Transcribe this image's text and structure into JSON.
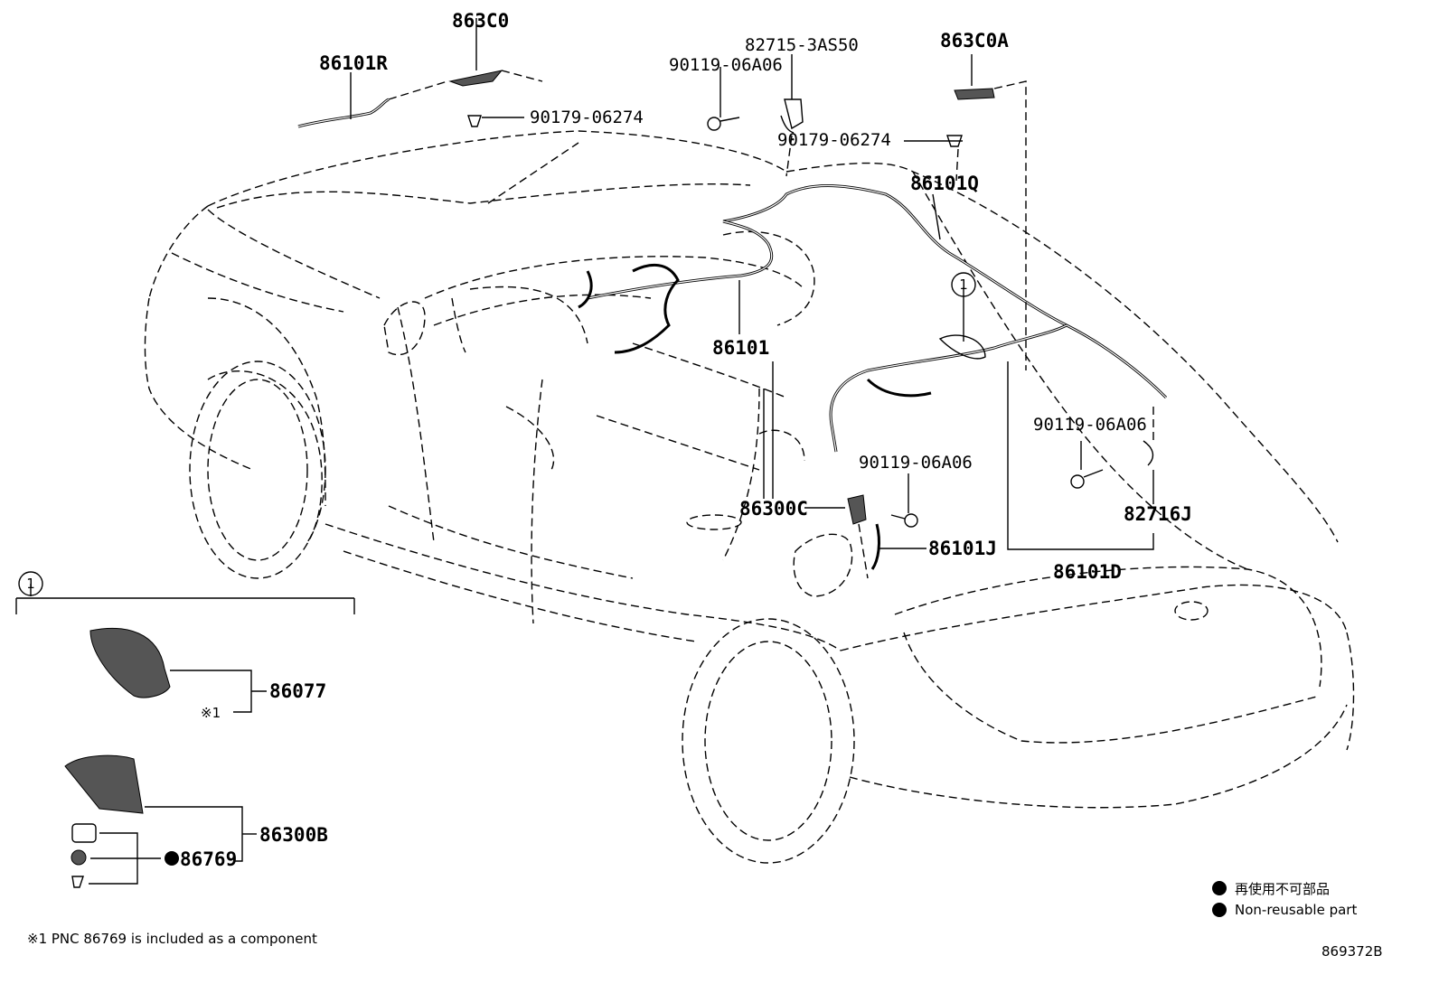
{
  "labels": {
    "p_863C0": "863C0",
    "p_86101R": "86101R",
    "p_90179_a": "90179-06274",
    "p_82715": "82715-3AS50",
    "p_90119_a": "90119-06A06",
    "p_863C0A": "863C0A",
    "p_90179_b": "90179-06274",
    "p_86101Q": "86101Q",
    "p_86101": "86101",
    "p_90119_b": "90119-06A06",
    "p_90119_c": "90119-06A06",
    "p_86300C": "86300C",
    "p_86101J": "86101J",
    "p_82716J": "82716J",
    "p_86101D": "86101D",
    "p_86077": "86077",
    "p_86300B": "86300B",
    "p_86769": "86769",
    "callout_1": "1",
    "callout_1_detail": "1",
    "note_mark": "※1"
  },
  "legend": {
    "jp": "再使用不可部品",
    "en": "Non-reusable part"
  },
  "footnote": "※1 PNC 86769 is included as a component",
  "diagram_id": "869372B"
}
